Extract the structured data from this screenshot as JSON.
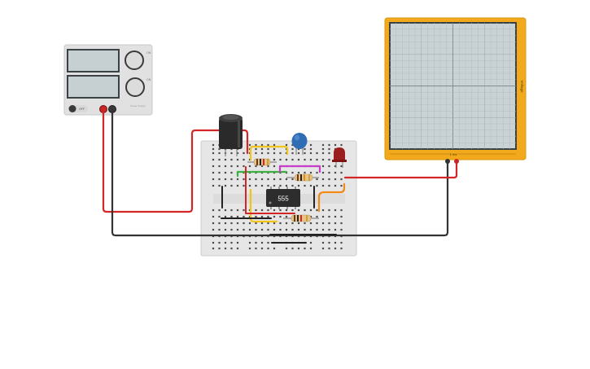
{
  "power_supply": {
    "dial_labels": [
      "ON",
      "ON"
    ],
    "button_label": "OFF",
    "brand": "Power Supply"
  },
  "chip": {
    "label": "555"
  },
  "oscilloscope": {
    "time_label": "1 ms",
    "voltage_label": "Voltage"
  },
  "colors": {
    "wire_red": "#d32626",
    "wire_black": "#3a3a3a",
    "wire_yellow": "#f0c419",
    "wire_green": "#3cb043",
    "wire_magenta": "#c83ec8",
    "wire_orange": "#f08a18",
    "scope_frame": "#f2aa1c",
    "scope_screen": "#c9d3d6",
    "breadboard": "#e6e6e6",
    "led": "#9b1d1d",
    "ceramic_cap": "#2f6db5"
  }
}
